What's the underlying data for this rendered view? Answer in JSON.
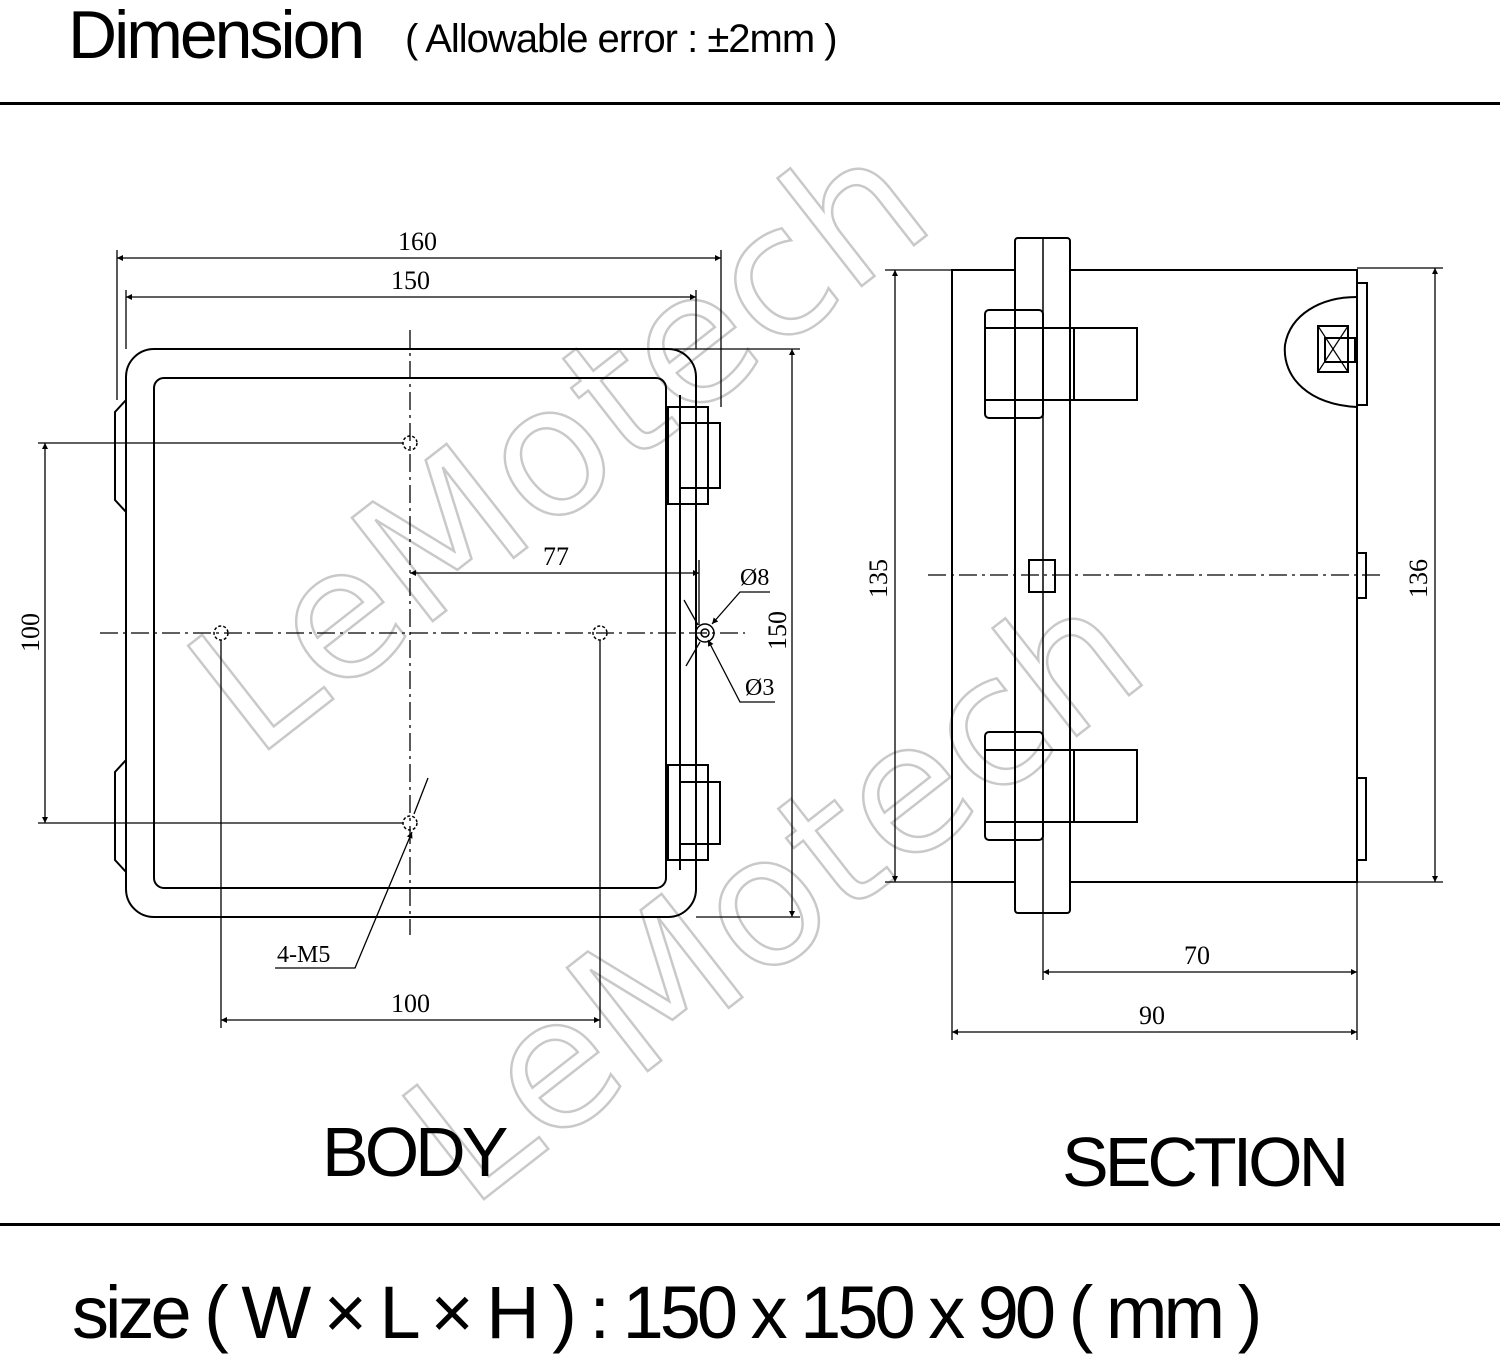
{
  "header": {
    "title": "Dimension",
    "subtitle": "( Allowable error : ±2mm )"
  },
  "watermark": {
    "text": "LeMotech",
    "color": "#c9c9c9"
  },
  "body_view": {
    "label": "BODY",
    "dims": {
      "overall_width": "160",
      "body_width": "150",
      "height": "150",
      "mount_vertical": "100",
      "mount_horizontal": "100",
      "center_to_hole": "77",
      "dia_outer": "Ø8",
      "dia_inner": "Ø3",
      "screw": "4-M5"
    }
  },
  "section_view": {
    "label": "SECTION",
    "dims": {
      "left_height": "135",
      "right_height": "136",
      "inner_depth": "70",
      "total_depth": "90"
    }
  },
  "footer": {
    "size_spec": "size ( W × L × H ) : 150 x 150 x 90 ( mm )"
  }
}
